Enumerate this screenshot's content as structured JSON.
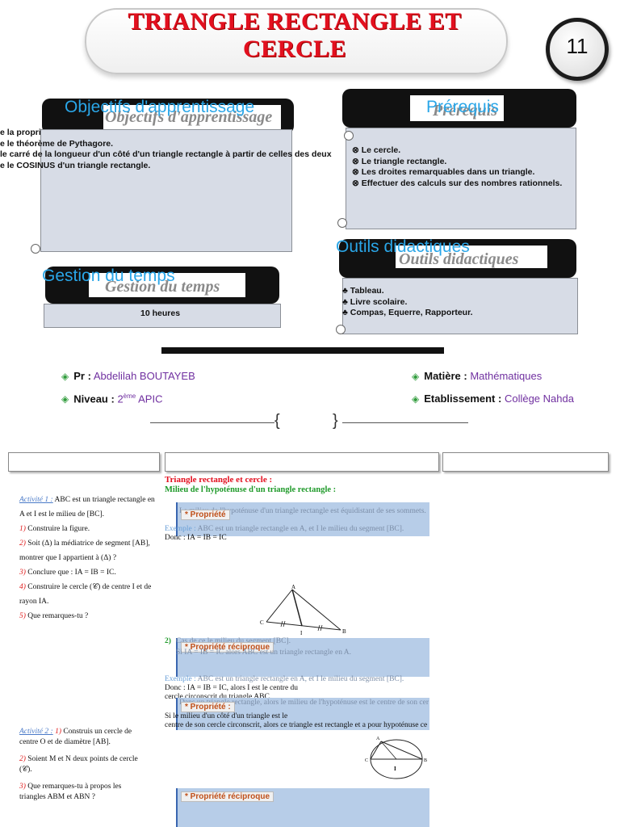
{
  "header": {
    "title": "TRIANGLE RECTANGLE ET CERCLE",
    "badge": "11"
  },
  "objectifs": {
    "heading": "Objectifs d'apprentissage",
    "lines": [
      "e la propri",
      "e le théorème de Pythagore.",
      "le carré de la longueur d'un côté d'un triangle rectangle à partir de celles des deux",
      "e le COSINUS d'un triangle rectangle."
    ]
  },
  "prerequis": {
    "heading": "Prérequis",
    "items": [
      "⊗ Le cercle.",
      "⊗ Le triangle rectangle.",
      "⊗ Les droites remarquables dans un triangle.",
      "⊗ Effectuer des calculs sur des nombres rationnels."
    ]
  },
  "outils": {
    "heading": "Outils didactiques",
    "items": [
      "♣ Tableau.",
      "♣ Livre scolaire.",
      "♣ Compas, Equerre, Rapporteur."
    ]
  },
  "gestion": {
    "heading": "Gestion du temps",
    "value": "10 heures"
  },
  "info": {
    "pr_label": "Pr :",
    "pr_value": "Abdelilah BOUTAYEB",
    "niveau_label": "Niveau :",
    "niveau_value_num": "2",
    "niveau_value_sup": "ème",
    "niveau_value_rest": " APIC",
    "matiere_label": "Matière :",
    "matiere_value": "Mathématiques",
    "etab_label": "Etablissement :",
    "etab_value": "Collège Nahda"
  },
  "separator": {
    "open": "{",
    "close": "}"
  },
  "activity1": {
    "title": "Activité 1 :",
    "intro": "ABC est un triangle rectangle en A et I est le milieu de [BC].",
    "q1_num": "1)",
    "q1": "Construire la figure.",
    "q2_num": "2)",
    "q2": "Soit (Δ) la médiatrice de segment [AB], montrer que I appartient à (Δ) ?",
    "q3_num": "3)",
    "q3": "Conclure que : IA = IB = IC.",
    "q4_num": "4)",
    "q4": "Construire le cercle (𝒞) de centre I et de rayon IA.",
    "q5_num": "5)",
    "q5": "Que remarques-tu ?"
  },
  "activity2": {
    "title": "Activité 2 :",
    "q1_num": "1)",
    "q1": "Construis un cercle de centre O et de diamètre [AB].",
    "q2_num": "2)",
    "q2": "Soient M et N deux points de cercle (𝒞).",
    "q3_num": "3)",
    "q3": "Que remarques-tu à propos les triangles ABM et ABN ?"
  },
  "lesson": {
    "title": "Triangle rectangle et cercle :",
    "subtitle": "Milieu de l'hypoténuse d'un triangle rectangle :",
    "prop_label": "* Propriété",
    "prop1_text": "Le milieu de l'hypoténuse d'un triangle rectangle est équidistant de ses sommets.",
    "ex_label": "Exemple :",
    "ex1_text": "ABC est un triangle rectangle en A, et I le milieu du segment [BC].",
    "donc1": "Donc : IA = IB = IC",
    "fig1_A": "A",
    "fig1_B": "B",
    "fig1_C": "C",
    "fig1_I": "I",
    "num2": "2)",
    "faint2": "Cas de ce le milieu du segment [BC].",
    "recip_label": "* Propriété réciproque",
    "recip1_text": "Si IA = IB = IC alors ABC est un triangle rectangle en A.",
    "ex2_text": "ABC est un triangle rectangle en A, et I le milieu du segment [BC].",
    "donc2a": "Donc : IA = IB = IC, alors I est le centre du",
    "donc2b": "cercle circonscrit du triangle ABC.",
    "prop3_faint": "Dans un triangle rectangle, alors le milieu de l'hypoténuse est le centre de son cer",
    "prop3_label": "* Propriété :",
    "si_line1": "Si le milieu d'un côté d'un triangle est le",
    "si_line2": "centre de son cercle circonscrit, alors ce triangle est rectangle et a pour hypoténuse ce",
    "fig2_A": "A",
    "fig2_B": "B",
    "fig2_C": "C",
    "fig2_I": "I",
    "recip2_label": "* Propriété réciproque"
  },
  "colors": {
    "title_red": "#e3101f",
    "accent_blue": "#2aa6e8",
    "value_purple": "#7030a0",
    "diamond_green": "#2e9b3a",
    "lesson_green": "#1f9a2a",
    "prop_blue": "#b7cde8"
  }
}
